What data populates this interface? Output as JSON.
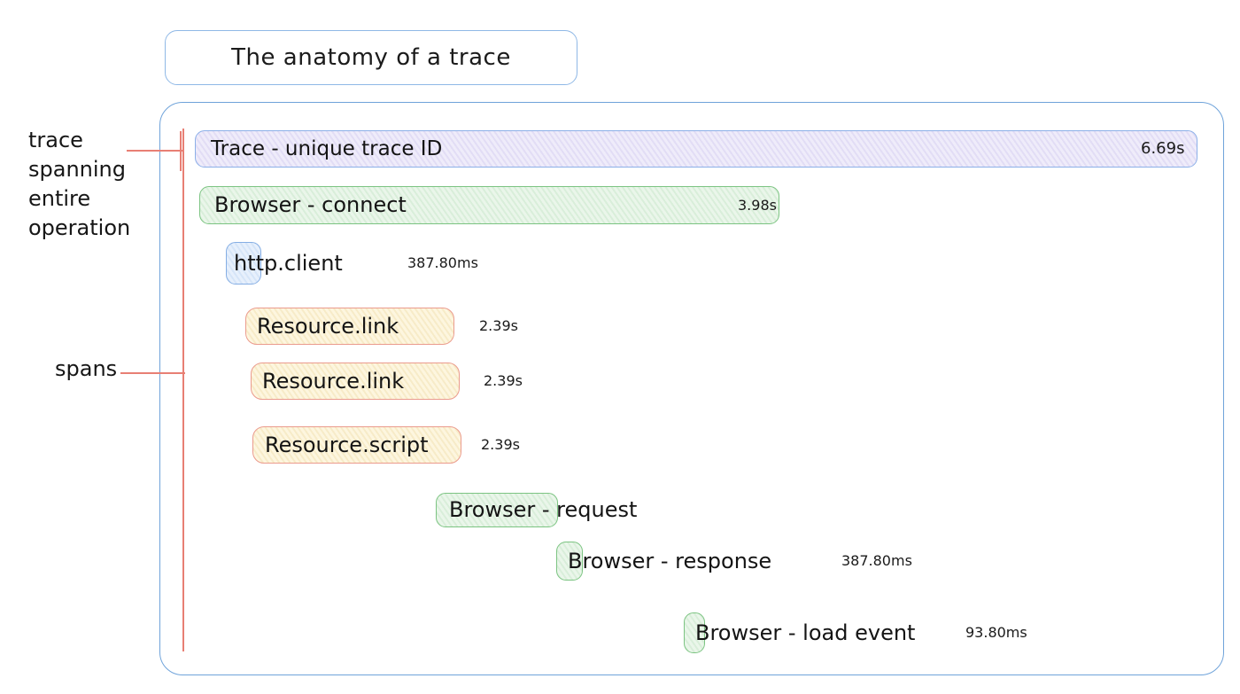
{
  "title": "The anatomy of a trace",
  "annotations": {
    "trace": "trace spanning entire operation",
    "spans": "spans"
  },
  "spans": [
    {
      "name": "Trace - unique trace ID",
      "duration": "6.69s",
      "kind": "trace"
    },
    {
      "name": "Browser - connect",
      "duration": "3.98s",
      "kind": "browser"
    },
    {
      "name": "http.client",
      "duration": "387.80ms",
      "kind": "http"
    },
    {
      "name": "Resource.link",
      "duration": "2.39s",
      "kind": "resource"
    },
    {
      "name": "Resource.link",
      "duration": "2.39s",
      "kind": "resource"
    },
    {
      "name": "Resource.script",
      "duration": "2.39s",
      "kind": "resource"
    },
    {
      "name": "Browser - request",
      "duration": "",
      "kind": "browser"
    },
    {
      "name": "Browser - response",
      "duration": "387.80ms",
      "kind": "browser"
    },
    {
      "name": "Browser - load event",
      "duration": "93.80ms",
      "kind": "browser"
    }
  ],
  "colors": {
    "frame_border": "#6fa3da",
    "trace_fill": "#e9e5f7",
    "trace_border": "#8cb0e8",
    "browser_fill": "#e3f2e4",
    "browser_border": "#7cc482",
    "http_fill": "#ddeafc",
    "http_border": "#85aee4",
    "resource_fill": "#fdf5dd",
    "resource_border": "#eb9b8d",
    "annotation_red": "#e87f74"
  }
}
